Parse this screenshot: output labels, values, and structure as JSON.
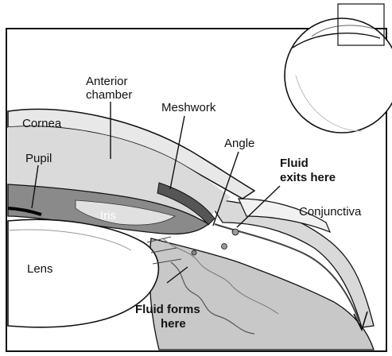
{
  "labels": {
    "anterior_chamber_line1": "Anterior",
    "anterior_chamber_line2": "chamber",
    "cornea": "Cornea",
    "meshwork": "Meshwork",
    "angle": "Angle",
    "pupil": "Pupil",
    "fluid_exits_line1": "Fluid",
    "fluid_exits_line2": "exits here",
    "conjunctiva": "Conjunctiva",
    "iris": "Iris",
    "lens": "Lens",
    "fluid_forms_line1": "Fluid forms",
    "fluid_forms_line2": "here"
  },
  "colors": {
    "outline": "#111111",
    "tissue_light": "#e6e6e6",
    "tissue_mid": "#bdbdbd",
    "tissue_dark": "#6e6e6e",
    "background": "#ffffff"
  }
}
